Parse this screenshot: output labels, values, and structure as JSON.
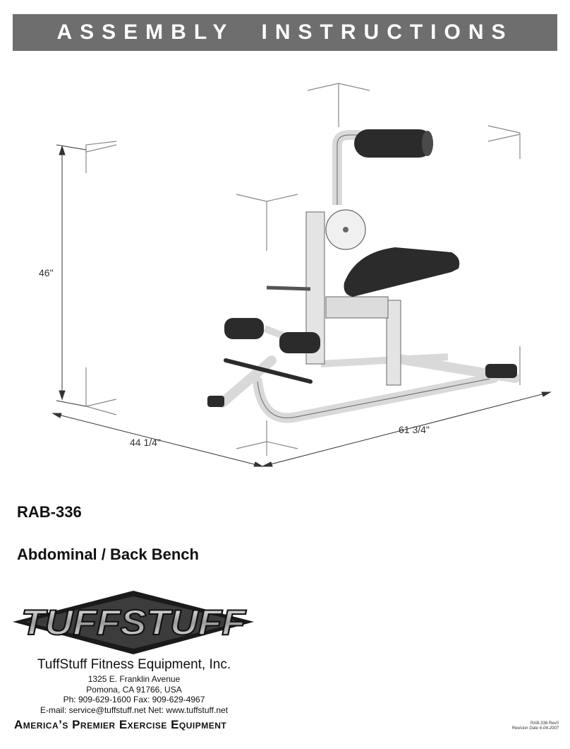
{
  "header": {
    "title": "ASSEMBLY  INSTRUCTIONS"
  },
  "dimensions": {
    "height": "46\"",
    "width": "44 1/4\"",
    "length": "61 3/4\""
  },
  "product": {
    "model": "RAB-336",
    "name": "Abdominal / Back Bench"
  },
  "logo": {
    "text": "TUFFSTUFF"
  },
  "company": {
    "name": "TuffStuff Fitness Equipment, Inc.",
    "address1": "1325 E. Franklin Avenue",
    "address2": "Pomona, CA 91766, USA",
    "phone": "Ph: 909-629-1600 Fax: 909-629-4967",
    "email": "E-mail: service@tuffstuff.net  Net: www.tuffstuff.net"
  },
  "tagline": {
    "w1": "America’s",
    "w2": "Premier",
    "w3": "Exercise",
    "w4": "Equipment"
  },
  "revision": {
    "code": "RAB-336  Rev0",
    "date": "Revision Date 6-04-2007"
  },
  "colors": {
    "header_bar": "#6e6e6e",
    "frame": "#d9d9d9",
    "pad": "#2b2b2b"
  }
}
